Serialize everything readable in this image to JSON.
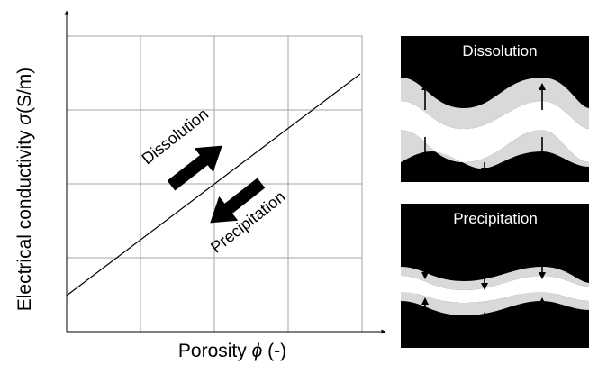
{
  "axes": {
    "ylabel_prefix": "Electrical conductivity ",
    "ylabel_symbol": "σ",
    "ylabel_unit": "(S/m)",
    "xlabel_prefix": "Porosity ",
    "xlabel_symbol": "ϕ",
    "xlabel_unit": " (-)"
  },
  "plot": {
    "arrow_up_label": "Dissolution",
    "arrow_down_label": "Precipitation"
  },
  "panels": {
    "top_title": "Dissolution",
    "bottom_title": "Precipitation"
  },
  "colors": {
    "grain": "#000000",
    "altered_layer": "#d9d9d9",
    "grid": "#a6a6a6",
    "pore": "#ffffff"
  }
}
